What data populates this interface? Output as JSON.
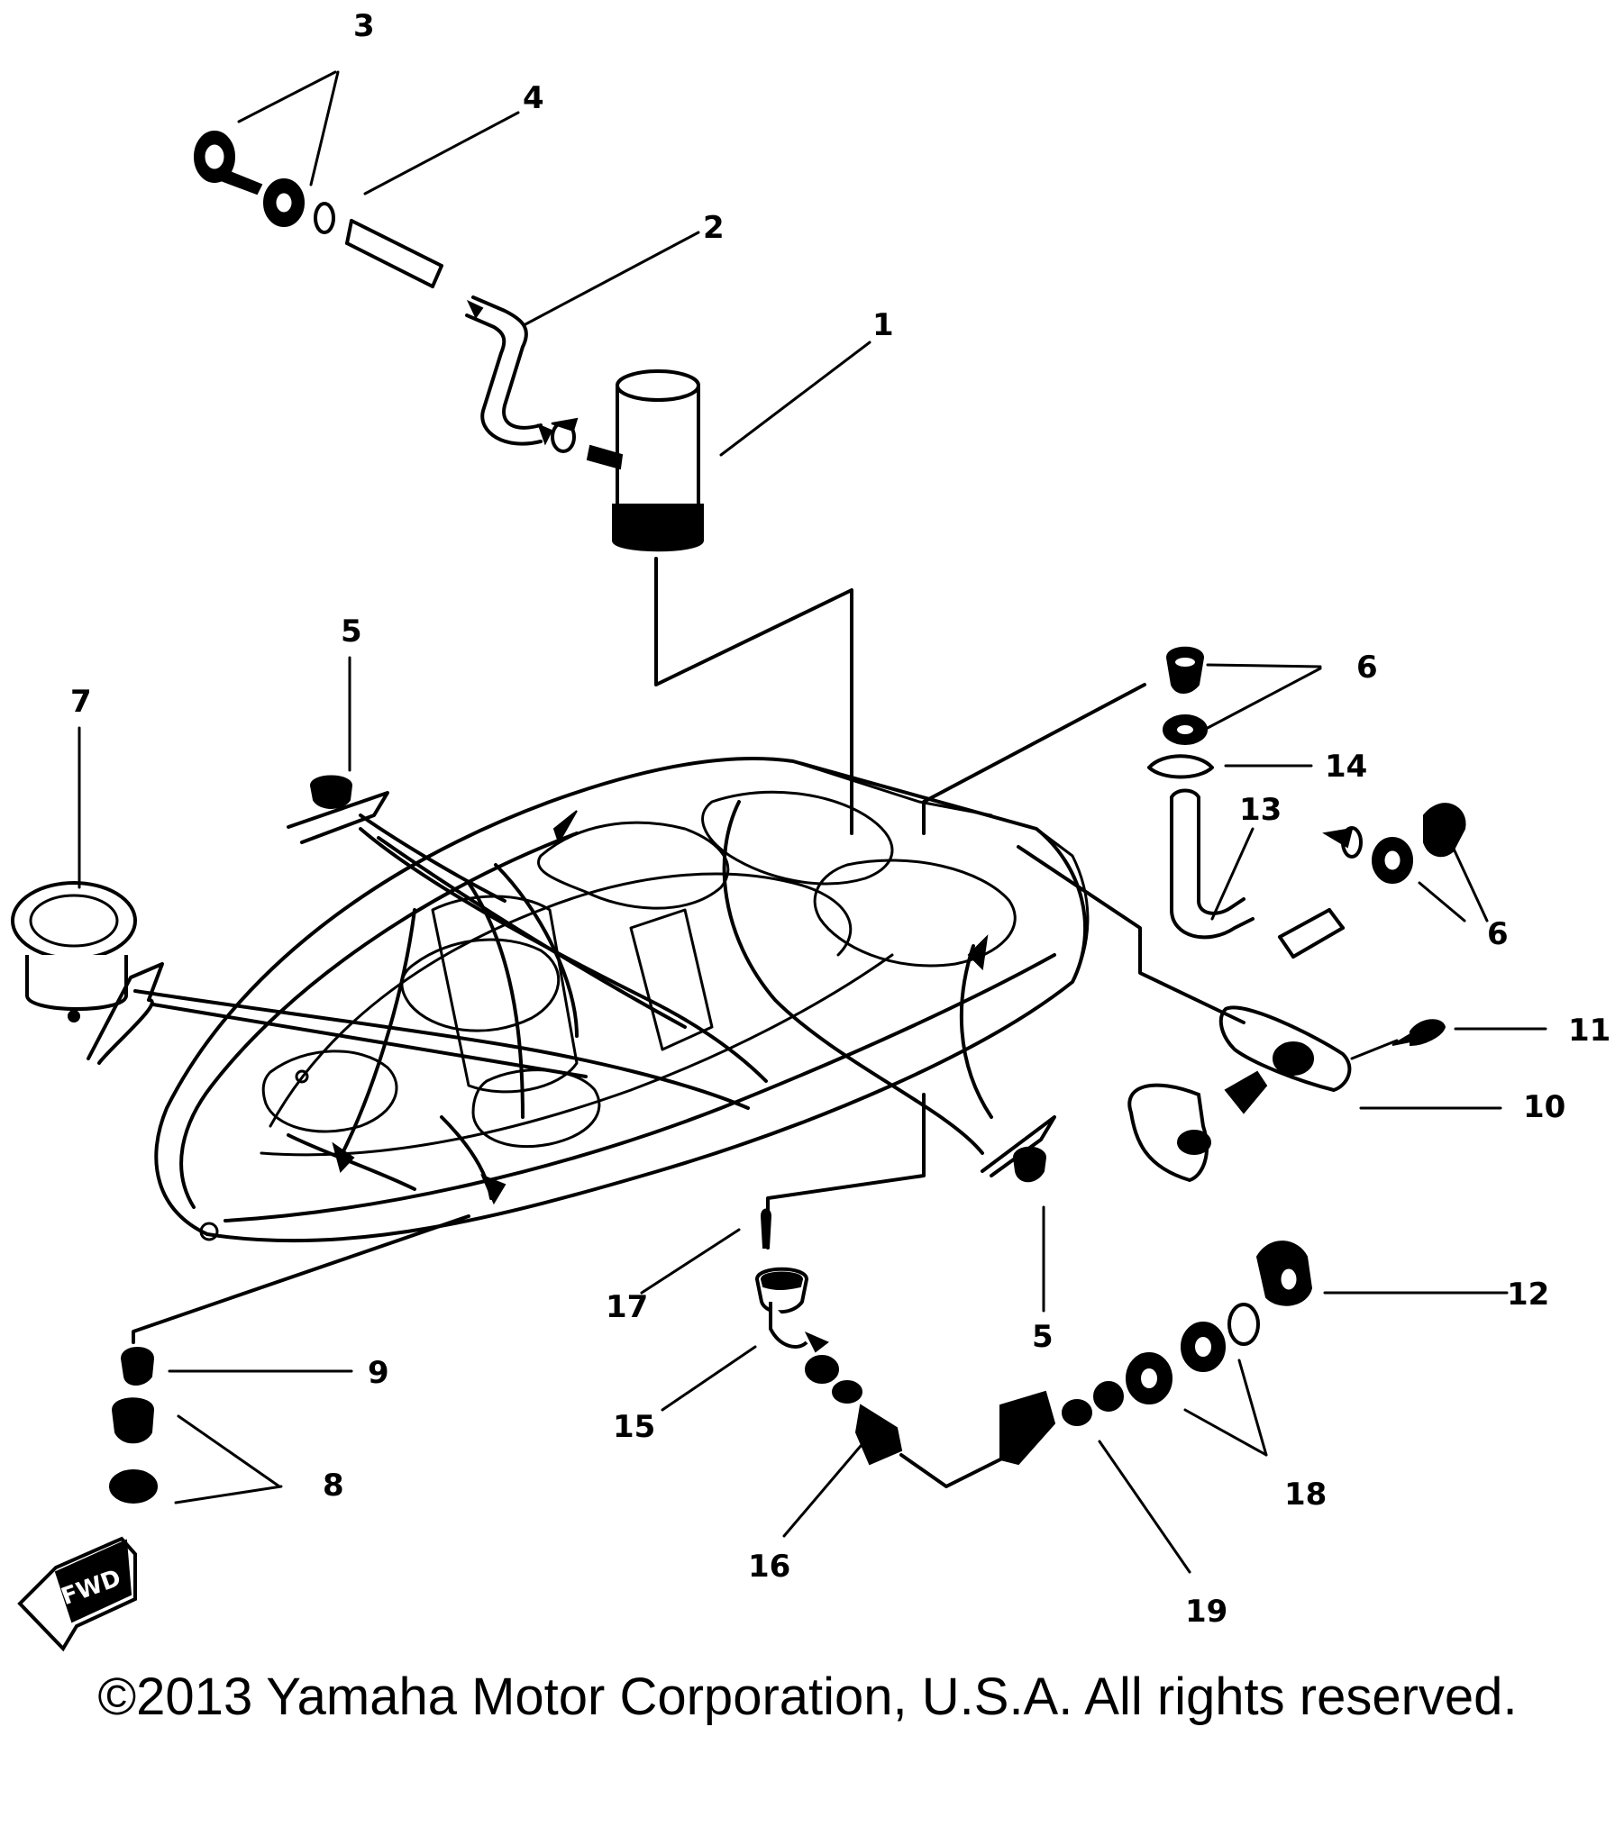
{
  "diagram": {
    "callouts": [
      "1",
      "2",
      "3",
      "4",
      "5",
      "5",
      "6",
      "6",
      "7",
      "8",
      "9",
      "10",
      "11",
      "12",
      "13",
      "14",
      "15",
      "16",
      "17",
      "18",
      "19"
    ],
    "direction_badge": "FWD",
    "copyright": "©2013 Yamaha Motor Corporation, U.S.A. All rights reserved."
  }
}
